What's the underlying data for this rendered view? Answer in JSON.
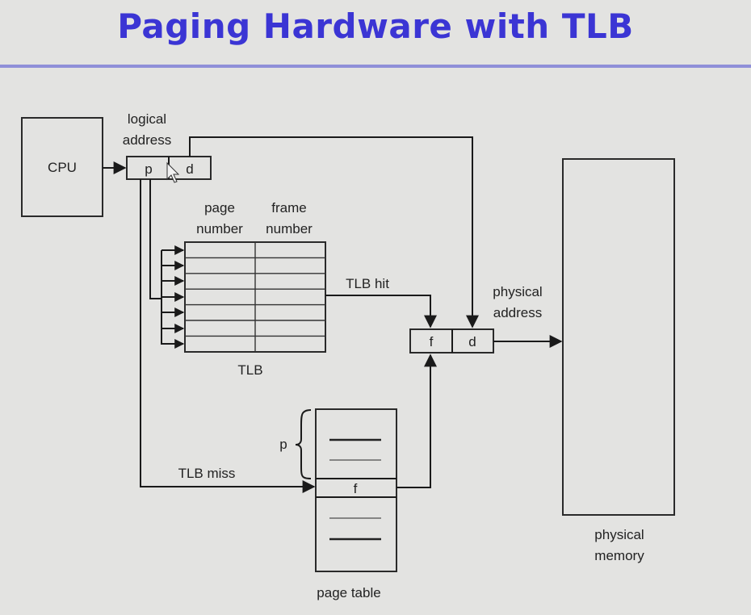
{
  "slide": {
    "title": "Paging Hardware with TLB"
  },
  "diagram": {
    "cpu": "CPU",
    "logical_address": [
      "logical",
      "address"
    ],
    "page_field": "p",
    "offset_field": "d",
    "tlb_headers": {
      "page_number": [
        "page",
        "number"
      ],
      "frame_number": [
        "frame",
        "number"
      ]
    },
    "tlb_label": "TLB",
    "tlb_hit": "TLB hit",
    "tlb_miss": "TLB miss",
    "physical_address": [
      "physical",
      "address"
    ],
    "frame_field": "f",
    "phys_offset_field": "d",
    "page_table_p": "p",
    "page_table_entry": "f",
    "page_table_label": "page table",
    "physical_memory": [
      "physical",
      "memory"
    ]
  }
}
